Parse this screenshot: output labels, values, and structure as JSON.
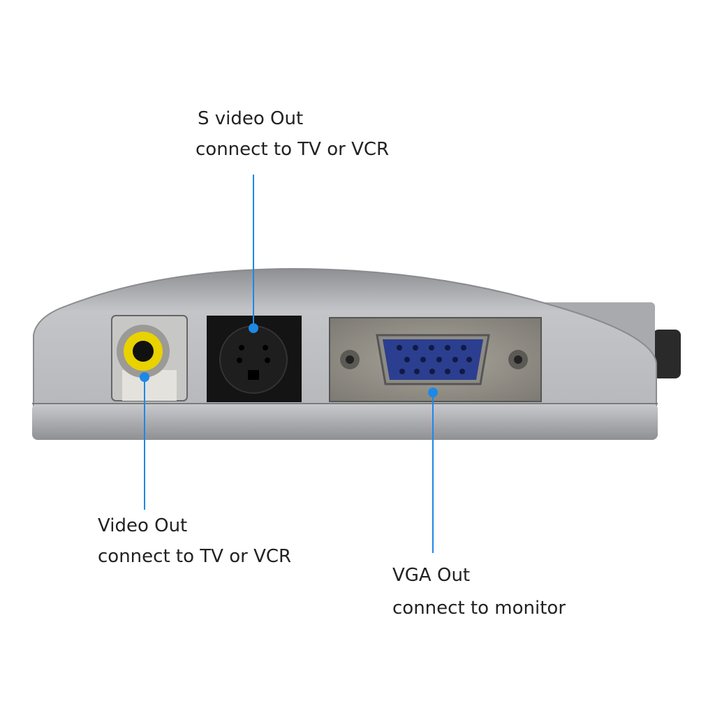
{
  "colors": {
    "callout_line": "#1e88e5",
    "body": "#b8b9bc",
    "rca_ring": "#e8d200",
    "vga_connector": "#2c3e8f"
  },
  "callouts": [
    {
      "title": "S video Out",
      "subtitle": "connect to TV or VCR"
    },
    {
      "title": "Video Out",
      "subtitle": "connect to TV or VCR"
    },
    {
      "title": "VGA Out",
      "subtitle": "connect to monitor"
    }
  ]
}
